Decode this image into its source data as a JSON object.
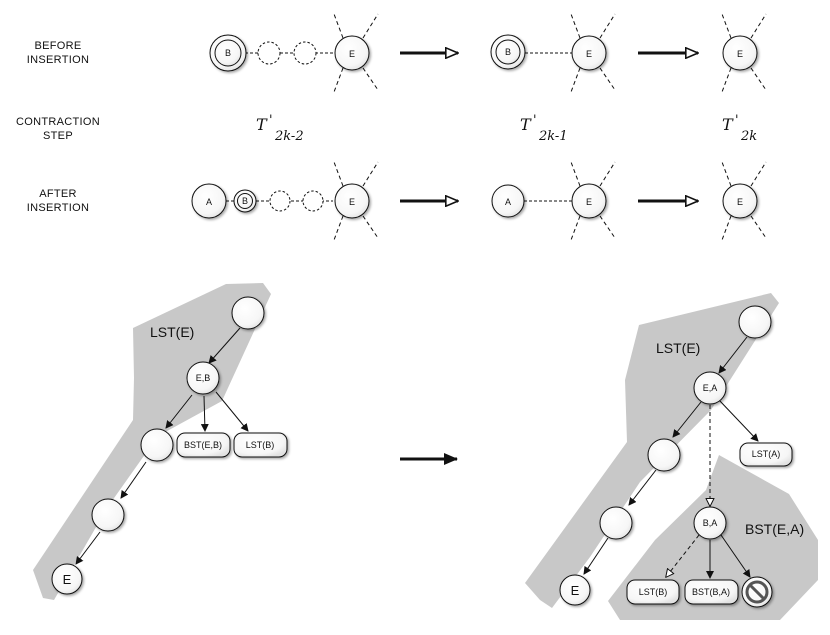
{
  "row_labels": {
    "before": [
      "BEFORE",
      "INSERTION"
    ],
    "contraction": [
      "CONTRACTION",
      "STEP"
    ],
    "after": [
      "AFTER",
      "INSERTION"
    ]
  },
  "contraction_steps": [
    {
      "base": "T",
      "prime": "'",
      "sub": "2k-2"
    },
    {
      "base": "T",
      "prime": "'",
      "sub": "2k-1"
    },
    {
      "base": "T",
      "prime": "'",
      "sub": "2k"
    }
  ],
  "node_labels": {
    "A": "A",
    "B": "B",
    "E": "E",
    "EB": "E,B",
    "EA": "E,A",
    "BA": "B,A"
  },
  "box_labels": {
    "bst_eb": "BST(E,B)",
    "lst_b": "LST(B)",
    "lst_a": "LST(A)",
    "bst_ba": "BST(B,A)"
  },
  "region_labels": {
    "lst_e": "LST(E)",
    "bst_ea": "BST(E,A)"
  },
  "colors": {
    "region_fill": "#c8c8c8",
    "node_fill": "#ffffff",
    "stroke": "#111111"
  }
}
